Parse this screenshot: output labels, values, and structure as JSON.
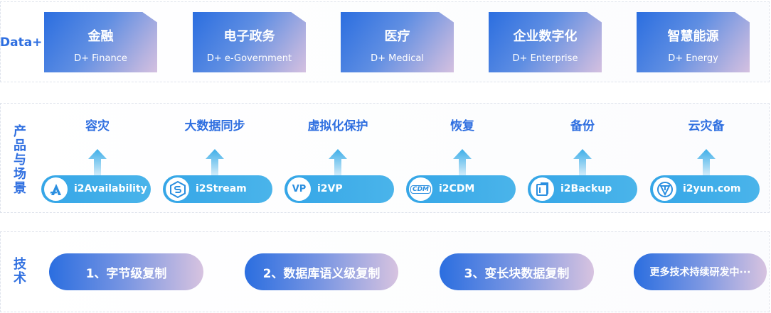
{
  "data_row": {
    "label": "Data+",
    "cards": [
      {
        "zh": "金融",
        "en": "D+ Finance"
      },
      {
        "zh": "电子政务",
        "en": "D+ e-Government"
      },
      {
        "zh": "医疗",
        "en": "D+ Medical"
      },
      {
        "zh": "企业数字化",
        "en": "D+ Enterprise"
      },
      {
        "zh": "智慧能源",
        "en": "D+ Energy"
      }
    ]
  },
  "product_row": {
    "label": "产品与场景",
    "categories": [
      "容灾",
      "大数据同步",
      "虚拟化保护",
      "恢复",
      "备份",
      "云灾备"
    ],
    "products": [
      {
        "name": "i2Availability",
        "icon": "availability-icon"
      },
      {
        "name": "i2Stream",
        "icon": "stream-icon"
      },
      {
        "name": "i2VP",
        "icon": "vp-icon",
        "icon_text": "VP"
      },
      {
        "name": "i2CDM",
        "icon": "cdm-icon",
        "icon_text": "CDM"
      },
      {
        "name": "i2Backup",
        "icon": "backup-icon"
      },
      {
        "name": "i2yun.com",
        "icon": "yun-icon"
      }
    ]
  },
  "tech_row": {
    "label": "技术",
    "items": [
      "1、字节级复制",
      "2、数据库语义级复制",
      "3、变长块数据复制",
      "更多技术持续研发中···"
    ]
  },
  "colors": {
    "accent": "#2f6fe0",
    "pill_blue": "#3eaee8",
    "card_gradient_start": "#2b6ee0",
    "card_gradient_end": "#d4c0e0"
  }
}
